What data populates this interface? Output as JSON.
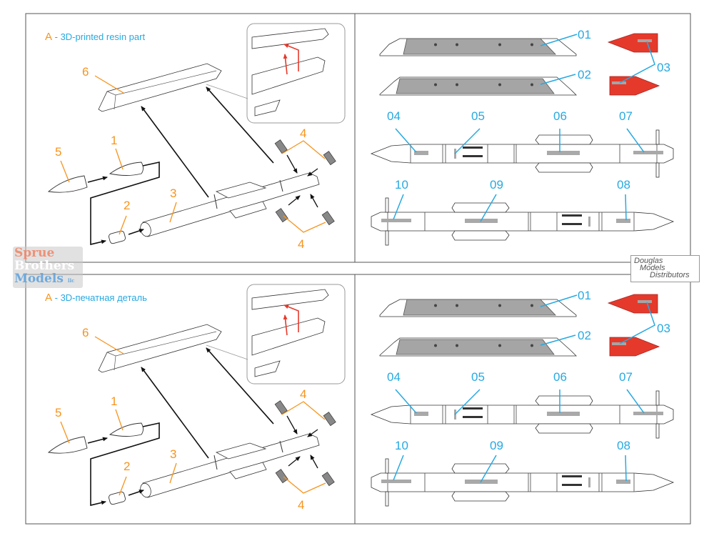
{
  "colors": {
    "orange": "#f7941d",
    "blue": "#27a9e1",
    "red": "#e53a2b",
    "decal_gray": "#a9a9a9",
    "pylon_gray": "#a5a5a5",
    "frame": "#555555"
  },
  "panels": [
    {
      "title_prefix": "A",
      "title_text": " - 3D-printed resin part",
      "assembly_labels": [
        "6",
        "1",
        "5",
        "2",
        "3",
        "4",
        "4"
      ],
      "decal_labels": [
        "01",
        "02",
        "03",
        "04",
        "05",
        "06",
        "07",
        "10",
        "09",
        "08"
      ]
    },
    {
      "title_prefix": "A",
      "title_text": " - 3D-печатная деталь",
      "assembly_labels": [
        "6",
        "1",
        "5",
        "2",
        "3",
        "4",
        "4"
      ],
      "decal_labels": [
        "01",
        "02",
        "03",
        "04",
        "05",
        "06",
        "07",
        "10",
        "09",
        "08"
      ]
    }
  ],
  "watermarks": {
    "sprue": [
      "Sprue",
      "Brothers",
      "Models",
      "llc"
    ],
    "douglas": [
      "Douglas",
      "Models",
      "Distributors"
    ]
  }
}
